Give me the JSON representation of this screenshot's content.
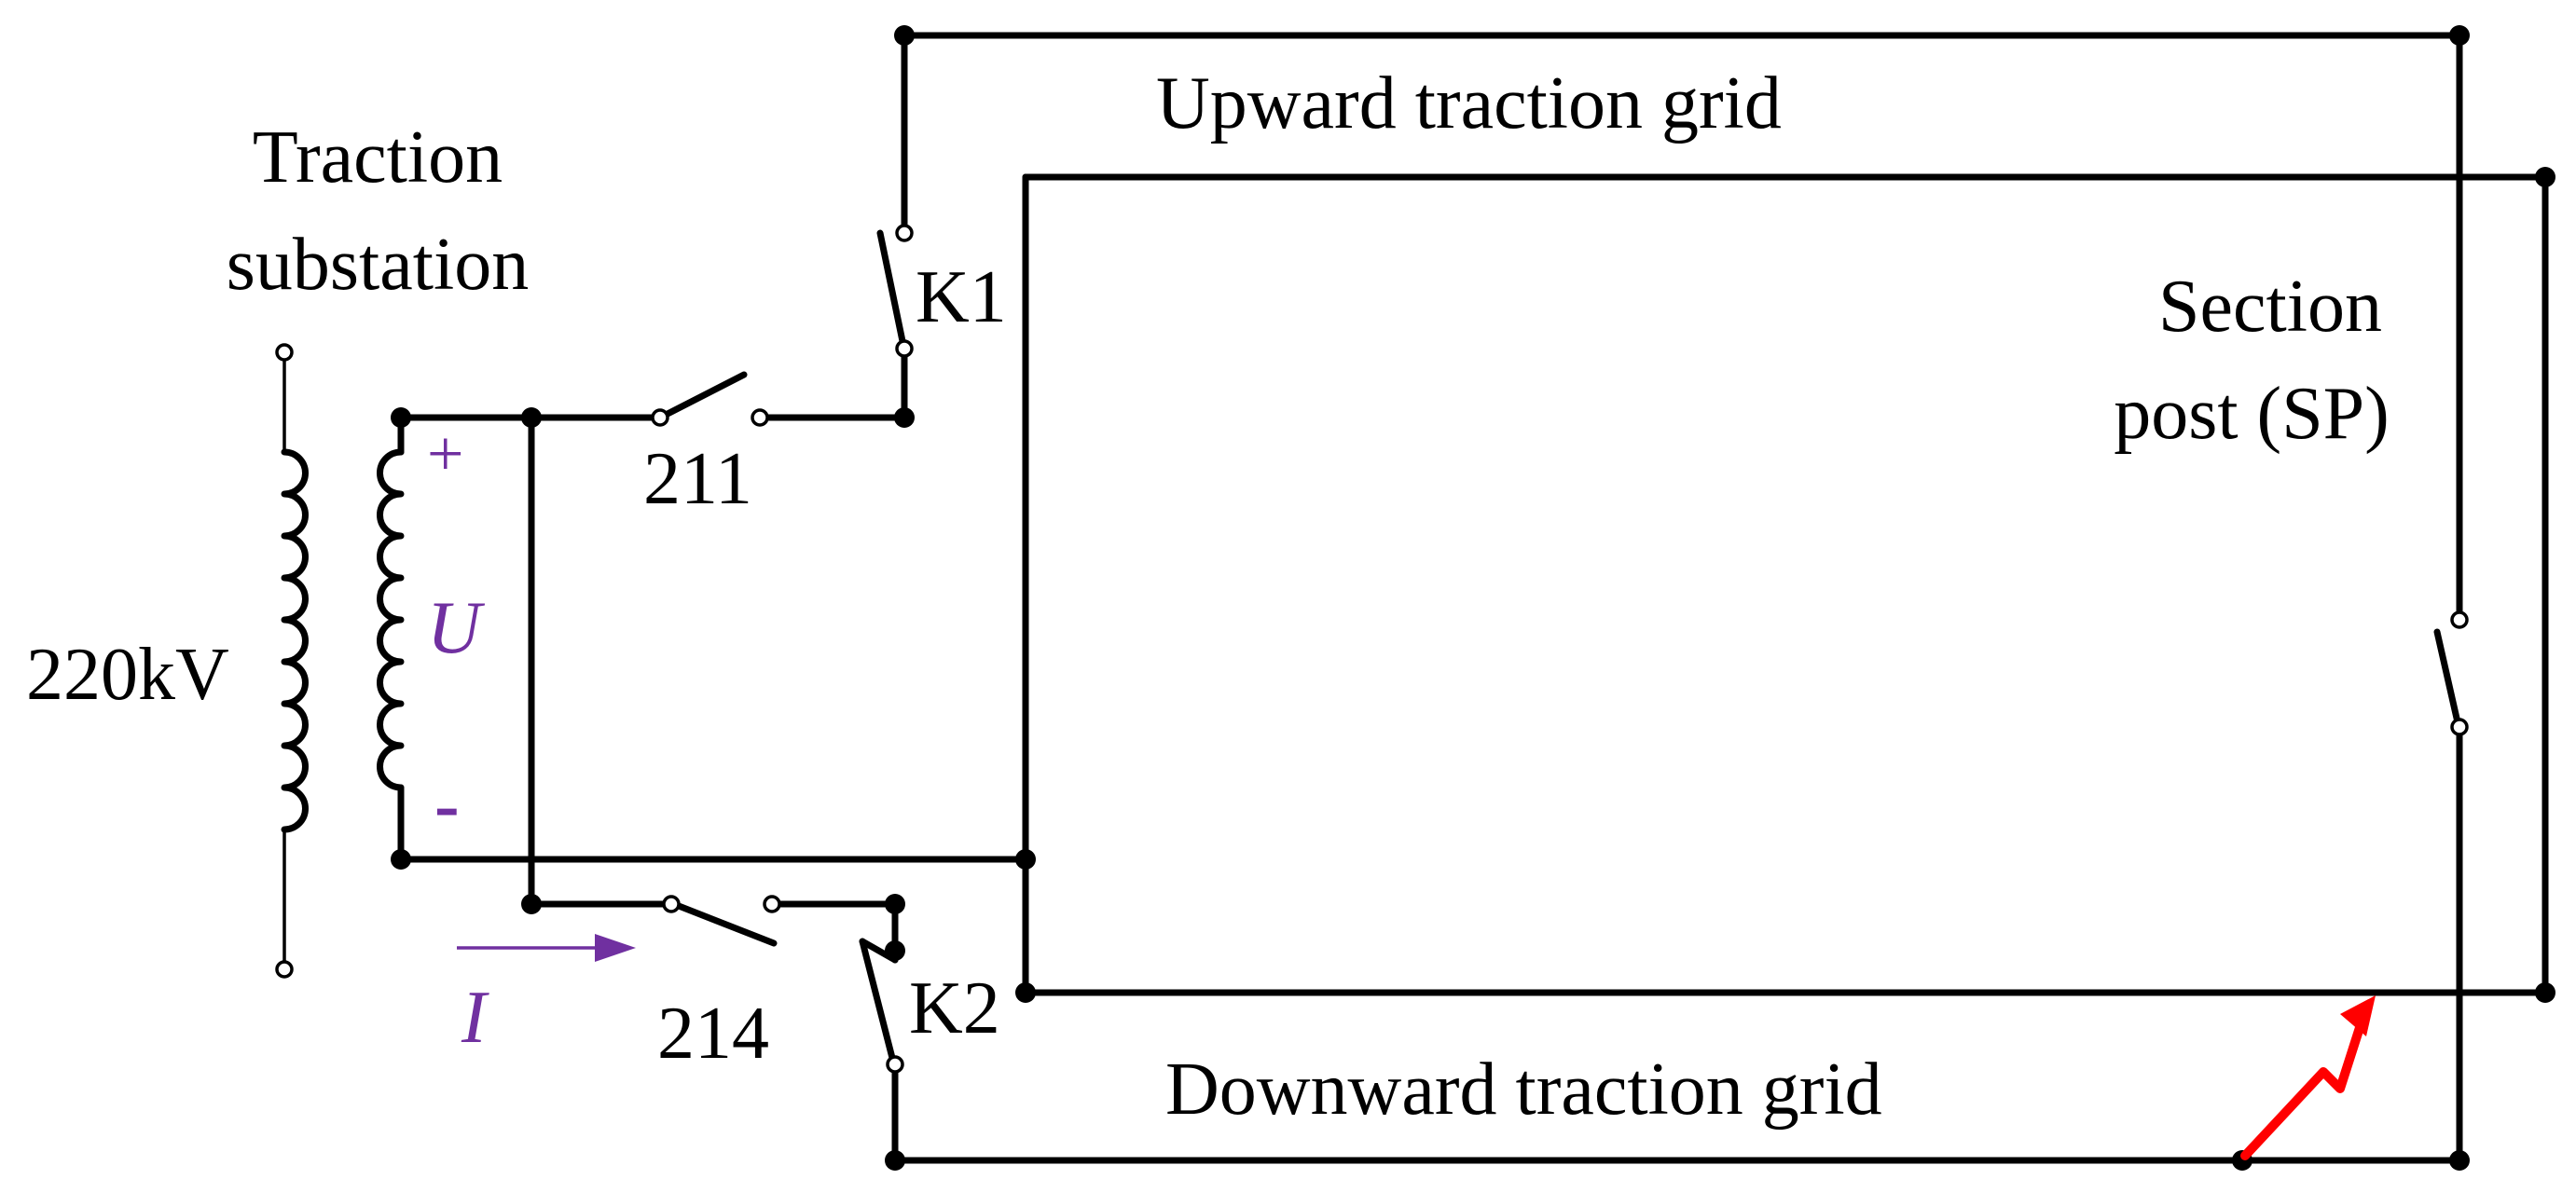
{
  "labels": {
    "substation_line1": "Traction",
    "substation_line2": "substation",
    "voltage_220": "220kV",
    "plus": "+",
    "minus": "-",
    "voltage_symbol": "U",
    "current_symbol": "I",
    "breaker_211": "211",
    "breaker_214": "214",
    "switch_k1": "K1",
    "switch_k2": "K2",
    "upward_grid": "Upward traction grid",
    "downward_grid": "Downward traction grid",
    "section_line1": "Section",
    "section_line2": "post (SP)"
  },
  "colors": {
    "wire": "#000000",
    "accent": "#7030a0",
    "fault": "#ff0000"
  }
}
